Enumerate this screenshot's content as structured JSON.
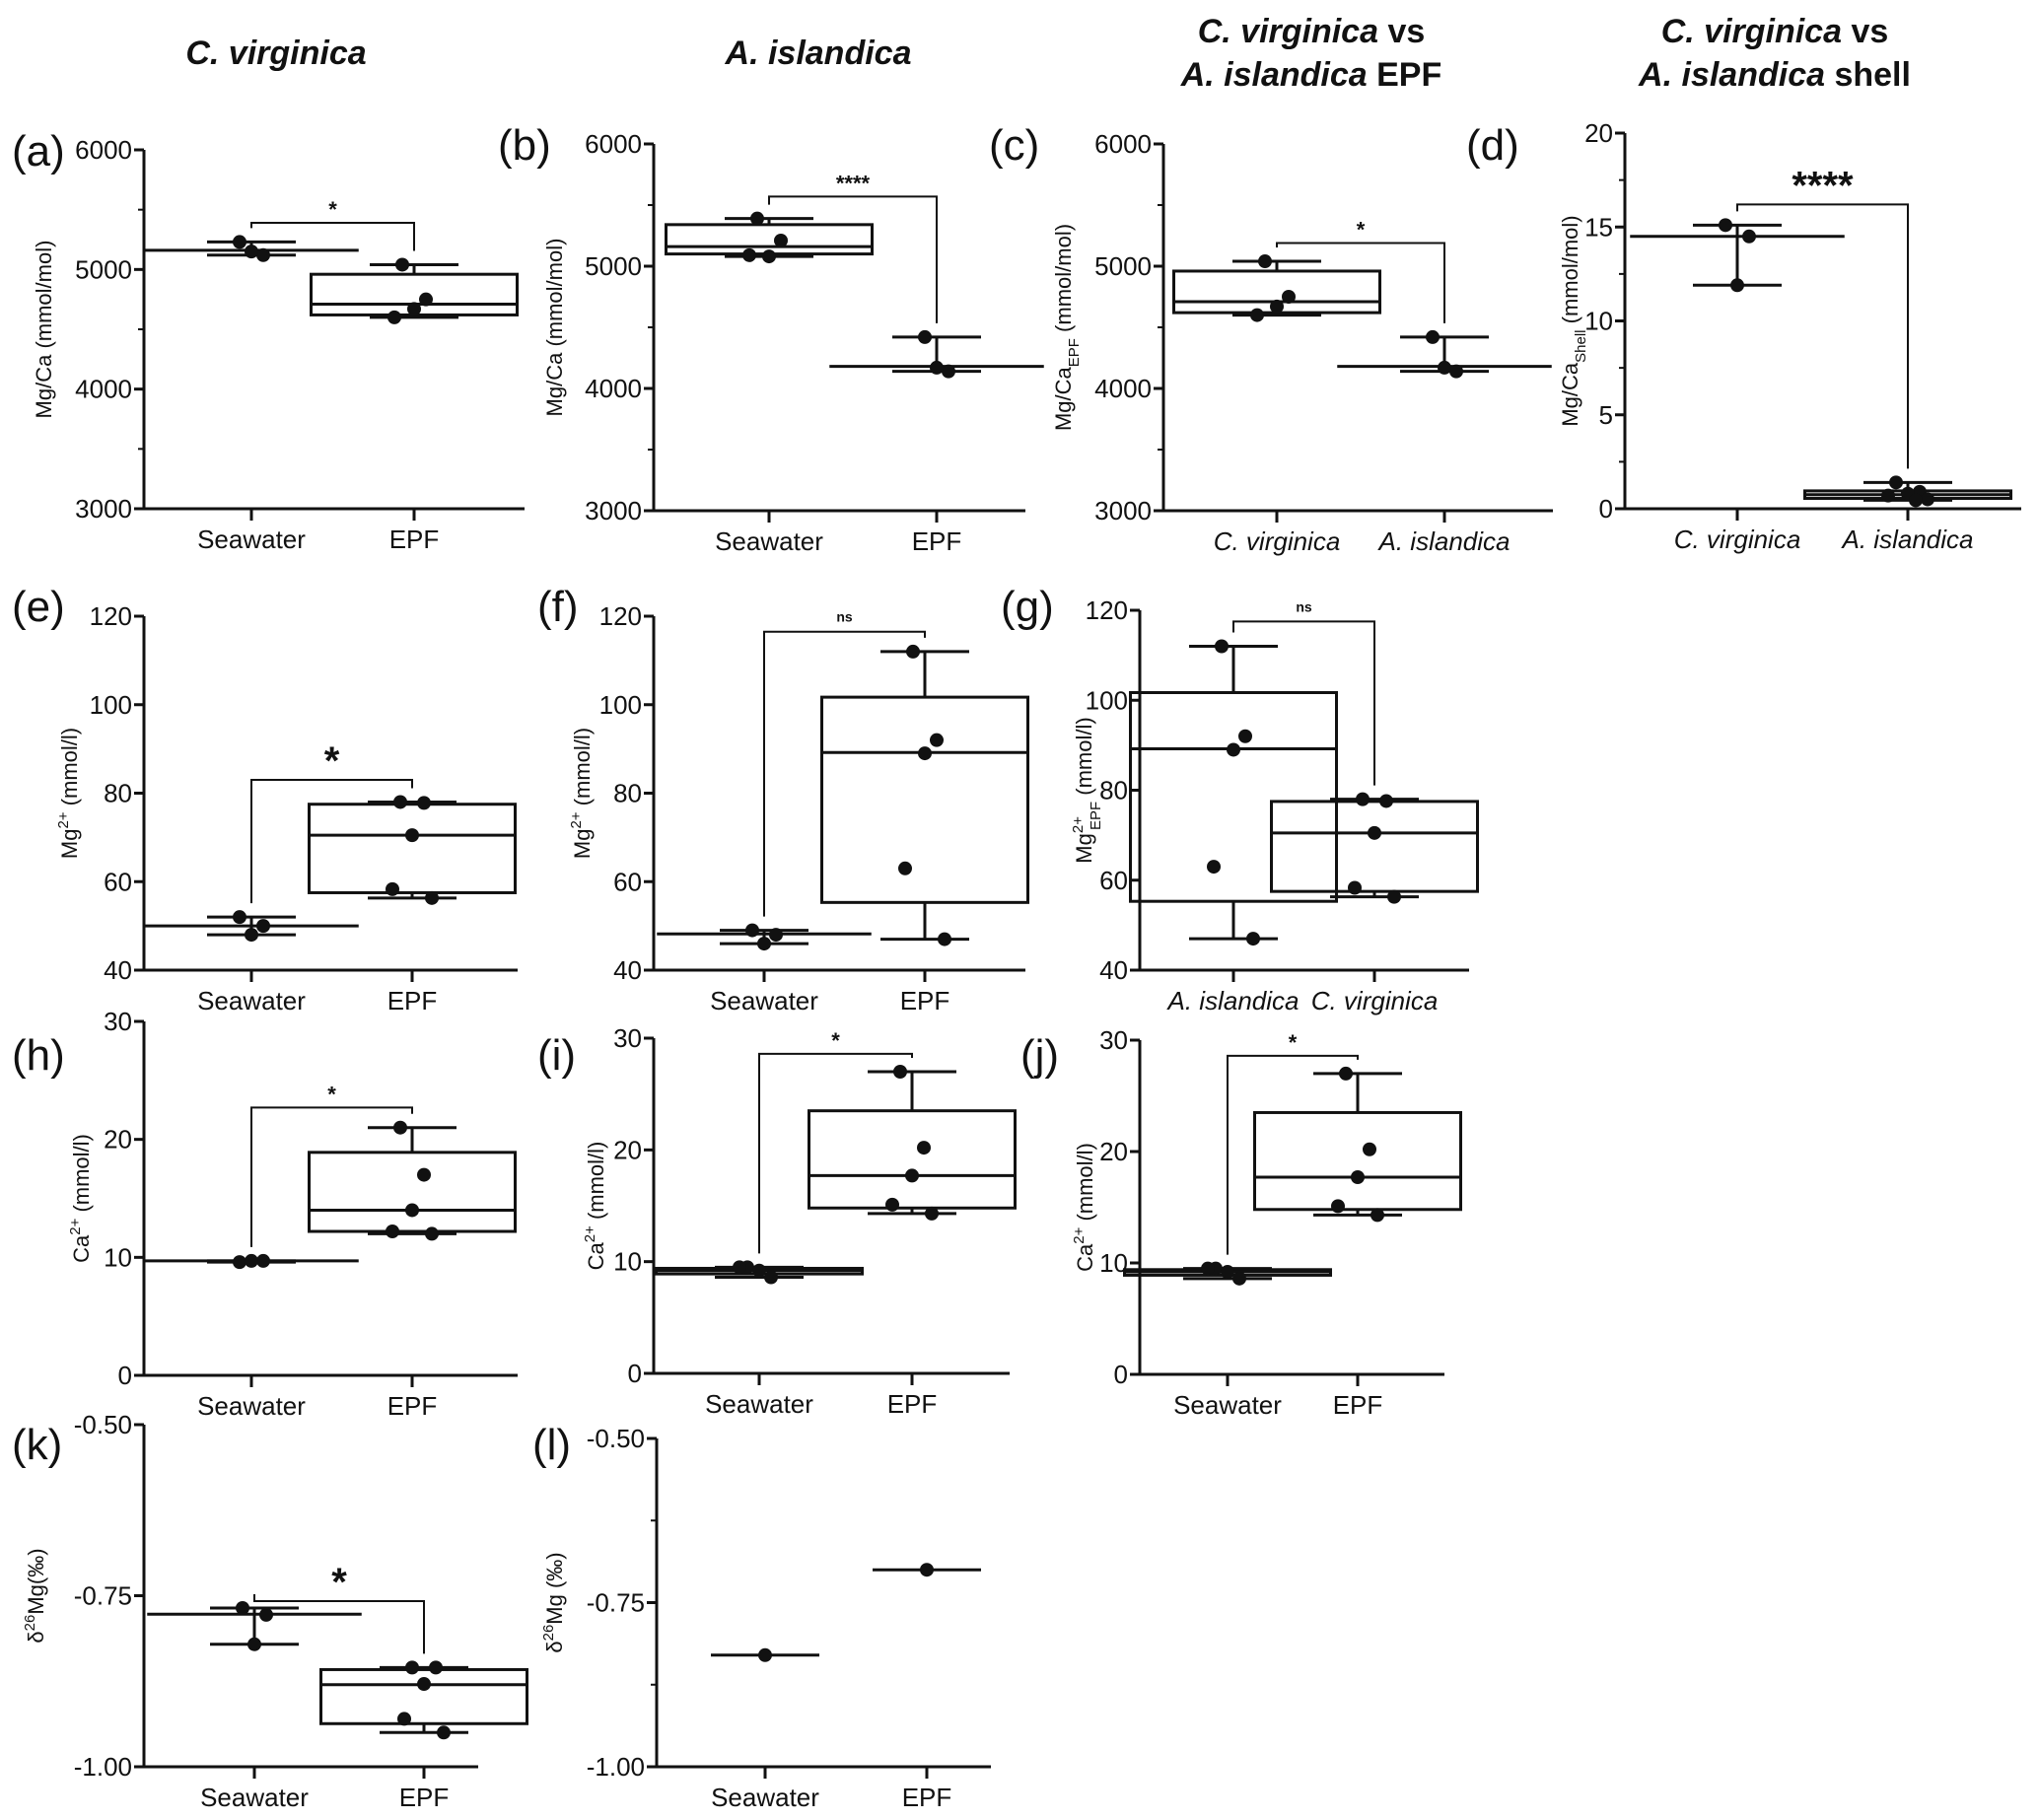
{
  "column_titles": [
    {
      "italic": "C. virginica",
      "plain": ""
    },
    {
      "italic": "A. islandica",
      "plain": ""
    },
    {
      "line1_italic": "C. virginica",
      "line1_plain": " vs",
      "line2_italic": "A. islandica",
      "line2_plain": " EPF"
    },
    {
      "line1_italic": "C. virginica",
      "line1_plain": " vs",
      "line2_italic": "A. islandica",
      "line2_plain": " shell"
    }
  ],
  "chart_data": [
    {
      "id": "a",
      "label": "(a)",
      "type": "box",
      "ylabel": "Mg/Ca (mmol/mol)",
      "ylim": [
        3000,
        6000
      ],
      "yticks": [
        3000,
        4000,
        5000,
        6000
      ],
      "yticks_text": [
        "3000",
        "4000",
        "5000",
        "6000"
      ],
      "minor_ticks": [
        3500,
        4500,
        5500
      ],
      "categories": [
        "Seawater",
        "EPF"
      ],
      "italic_categories": false,
      "groups": [
        {
          "name": "Seawater",
          "points": [
            5230,
            5120,
            5150
          ],
          "min": 5120,
          "q1": 5130,
          "median": 5160,
          "q3": 5160,
          "max": 5230,
          "box": false
        },
        {
          "name": "EPF",
          "points": [
            5040,
            4750,
            4670,
            4600
          ],
          "min": 4600,
          "q1": 4620,
          "median": 4710,
          "q3": 4960,
          "max": 5040,
          "box": true
        }
      ],
      "significance": {
        "label": "*",
        "from": 0,
        "to": 1,
        "y": 5390,
        "size": "small"
      }
    },
    {
      "id": "b",
      "label": "(b)",
      "type": "box",
      "ylabel": "Mg/Ca (mmol/mol)",
      "ylim": [
        3000,
        6000
      ],
      "yticks": [
        3000,
        4000,
        5000,
        6000
      ],
      "yticks_text": [
        "3000",
        "4000",
        "5000",
        "6000"
      ],
      "minor_ticks": [
        3500,
        4500,
        5500
      ],
      "categories": [
        "Seawater",
        "EPF"
      ],
      "italic_categories": false,
      "groups": [
        {
          "name": "Seawater",
          "points": [
            5390,
            5210,
            5080,
            5090
          ],
          "min": 5080,
          "q1": 5100,
          "median": 5160,
          "q3": 5340,
          "max": 5390,
          "box": true
        },
        {
          "name": "EPF",
          "points": [
            4420,
            4140,
            4170
          ],
          "min": 4140,
          "q1": 4150,
          "median": 4180,
          "q3": 4180,
          "max": 4420,
          "box": false
        }
      ],
      "significance": {
        "label": "****",
        "from": 0,
        "to": 1,
        "y": 5570,
        "size": "small"
      }
    },
    {
      "id": "c",
      "label": "(c)",
      "type": "box",
      "ylabel": "Mg/Ca",
      "ylabel_sub": "EPF",
      "ylabel_unit": " (mmol/mol)",
      "ylim": [
        3000,
        6000
      ],
      "yticks": [
        3000,
        4000,
        5000,
        6000
      ],
      "yticks_text": [
        "3000",
        "4000",
        "5000",
        "6000"
      ],
      "minor_ticks": [
        3500,
        4500,
        5500
      ],
      "categories": [
        "C. virginica",
        "A. islandica"
      ],
      "italic_categories": true,
      "groups": [
        {
          "name": "C. virginica",
          "points": [
            5040,
            4750,
            4670,
            4600
          ],
          "min": 4600,
          "q1": 4620,
          "median": 4710,
          "q3": 4960,
          "max": 5040,
          "box": true
        },
        {
          "name": "A. islandica",
          "points": [
            4420,
            4140,
            4170
          ],
          "min": 4140,
          "q1": 4150,
          "median": 4180,
          "q3": 4180,
          "max": 4420,
          "box": false
        }
      ],
      "significance": {
        "label": "*",
        "from": 0,
        "to": 1,
        "y": 5190,
        "size": "small"
      }
    },
    {
      "id": "d",
      "label": "(d)",
      "type": "box",
      "ylabel": "Mg/Ca",
      "ylabel_sub": "Shell",
      "ylabel_unit": " (mmol/mol)",
      "ylim": [
        0,
        20
      ],
      "yticks": [
        0,
        5,
        10,
        15,
        20
      ],
      "yticks_text": [
        "0",
        "5",
        "10",
        "15",
        "20"
      ],
      "minor_ticks": [
        2.5,
        7.5,
        12.5,
        17.5
      ],
      "categories": [
        "C. virginica",
        "A. islandica"
      ],
      "italic_categories": true,
      "groups": [
        {
          "name": "C. virginica",
          "points": [
            15.1,
            14.5,
            11.9
          ],
          "min": 11.9,
          "q1": 11.9,
          "median": 14.5,
          "q3": 14.5,
          "max": 15.1,
          "box": false
        },
        {
          "name": "A. islandica",
          "points": [
            1.4,
            0.9,
            0.8,
            0.7,
            0.5,
            0.45
          ],
          "min": 0.45,
          "q1": 0.55,
          "median": 0.75,
          "q3": 0.95,
          "max": 1.4,
          "box": true
        }
      ],
      "significance": {
        "label": "****",
        "from": 0,
        "to": 1,
        "y": 16.2,
        "size": "large"
      }
    },
    {
      "id": "e",
      "label": "(e)",
      "type": "box",
      "ylabel": "Mg",
      "ylabel_sup": "2+",
      "ylabel_unit": " (mmol/l)",
      "ylim": [
        40,
        120
      ],
      "yticks": [
        40,
        60,
        80,
        100,
        120
      ],
      "yticks_text": [
        "40",
        "60",
        "80",
        "100",
        "120"
      ],
      "minor_ticks": [],
      "categories": [
        "Seawater",
        "EPF"
      ],
      "italic_categories": false,
      "groups": [
        {
          "name": "Seawater",
          "points": [
            52,
            50,
            48
          ],
          "min": 48,
          "q1": 48,
          "median": 50,
          "q3": 50,
          "max": 52,
          "box": false
        },
        {
          "name": "EPF",
          "points": [
            78,
            77.8,
            70.5,
            58.3,
            56.3
          ],
          "min": 56.3,
          "q1": 57.5,
          "median": 70.5,
          "q3": 77.5,
          "max": 78,
          "box": true
        }
      ],
      "significance": {
        "label": "*",
        "from": 0,
        "to": 1,
        "y": 83,
        "size": "large"
      }
    },
    {
      "id": "f",
      "label": "(f)",
      "type": "box",
      "ylabel": "Mg",
      "ylabel_sup": "2+",
      "ylabel_unit": " (mmol/l)",
      "ylim": [
        40,
        120
      ],
      "yticks": [
        40,
        60,
        80,
        100,
        120
      ],
      "yticks_text": [
        "40",
        "60",
        "80",
        "100",
        "120"
      ],
      "minor_ticks": [],
      "categories": [
        "Seawater",
        "EPF"
      ],
      "italic_categories": false,
      "groups": [
        {
          "name": "Seawater",
          "points": [
            49,
            48,
            46
          ],
          "min": 46,
          "q1": 46,
          "median": 48.2,
          "q3": 48.2,
          "max": 49,
          "box": false
        },
        {
          "name": "EPF",
          "points": [
            112,
            92,
            89,
            63,
            47
          ],
          "min": 47,
          "q1": 55.3,
          "median": 89.2,
          "q3": 101.7,
          "max": 112,
          "box": true
        }
      ],
      "significance": {
        "label": "ns",
        "from": 0,
        "to": 1,
        "y": 116.5,
        "size": "tiny"
      }
    },
    {
      "id": "g",
      "label": "(g)",
      "type": "box",
      "ylabel": "Mg",
      "ylabel_sup": "2+",
      "ylabel_sub": "EPF",
      "ylabel_unit": " (mmol/l)",
      "ylim": [
        40,
        120
      ],
      "yticks": [
        40,
        60,
        80,
        100,
        120
      ],
      "yticks_text": [
        "40",
        "60",
        "80",
        "100",
        "120"
      ],
      "minor_ticks": [],
      "categories": [
        "A. islandica",
        "C. virginica"
      ],
      "italic_categories": true,
      "groups": [
        {
          "name": "A. islandica",
          "points": [
            112,
            92,
            89,
            63,
            47
          ],
          "min": 47,
          "q1": 55.3,
          "median": 89.2,
          "q3": 101.7,
          "max": 112,
          "box": true
        },
        {
          "name": "C. virginica",
          "points": [
            78,
            77.6,
            70.5,
            58.3,
            56.3
          ],
          "min": 56.3,
          "q1": 57.5,
          "median": 70.5,
          "q3": 77.5,
          "max": 78,
          "box": true
        }
      ],
      "significance": {
        "label": "ns",
        "from": 0,
        "to": 1,
        "y": 117.5,
        "size": "tiny"
      }
    },
    {
      "id": "h",
      "label": "(h)",
      "type": "box",
      "ylabel": "Ca",
      "ylabel_sup": "2+",
      "ylabel_unit": " (mmol/l)",
      "ylim": [
        0,
        30
      ],
      "yticks": [
        0,
        10,
        20,
        30
      ],
      "yticks_text": [
        "0",
        "10",
        "20",
        "30"
      ],
      "minor_ticks": [],
      "categories": [
        "Seawater",
        "EPF"
      ],
      "italic_categories": false,
      "groups": [
        {
          "name": "Seawater",
          "points": [
            9.6,
            9.7,
            9.7
          ],
          "min": 9.6,
          "q1": 9.7,
          "median": 9.7,
          "q3": 9.7,
          "max": 9.7,
          "box": false
        },
        {
          "name": "EPF",
          "points": [
            21,
            17,
            14,
            12.2,
            12
          ],
          "min": 12,
          "q1": 12.2,
          "median": 14,
          "q3": 18.9,
          "max": 21,
          "box": true
        }
      ],
      "significance": {
        "label": "*",
        "from": 0,
        "to": 1,
        "y": 22.7,
        "size": "small"
      }
    },
    {
      "id": "i",
      "label": "(i)",
      "type": "box",
      "ylabel": "Ca",
      "ylabel_sup": "2+",
      "ylabel_unit": " (mmol/l)",
      "ylim": [
        0,
        30
      ],
      "yticks": [
        0,
        10,
        20,
        30
      ],
      "yticks_text": [
        "0",
        "10",
        "20",
        "30"
      ],
      "minor_ticks": [],
      "categories": [
        "Seawater",
        "EPF"
      ],
      "italic_categories": false,
      "groups": [
        {
          "name": "Seawater",
          "points": [
            9.5,
            8.6,
            9.2,
            9.5
          ],
          "min": 8.6,
          "q1": 8.9,
          "median": 9.2,
          "q3": 9.4,
          "max": 9.5,
          "box": true
        },
        {
          "name": "EPF",
          "points": [
            27,
            20.2,
            17.7,
            15.1,
            14.3
          ],
          "min": 14.3,
          "q1": 14.8,
          "median": 17.7,
          "q3": 23.5,
          "max": 27,
          "box": true
        }
      ],
      "significance": {
        "label": "*",
        "from": 0,
        "to": 1,
        "y": 28.6,
        "size": "small"
      }
    },
    {
      "id": "j",
      "label": "(j)",
      "type": "box",
      "ylabel": "Ca",
      "ylabel_sup": "2+",
      "ylabel_unit": " (mmol/l)",
      "ylim": [
        0,
        30
      ],
      "yticks": [
        0,
        10,
        20,
        30
      ],
      "yticks_text": [
        "0",
        "10",
        "20",
        "30"
      ],
      "minor_ticks": [],
      "categories": [
        "Seawater",
        "EPF"
      ],
      "italic_categories": false,
      "groups": [
        {
          "name": "Seawater",
          "points": [
            9.5,
            8.6,
            9.2,
            9.5
          ],
          "min": 8.6,
          "q1": 8.9,
          "median": 9.2,
          "q3": 9.4,
          "max": 9.5,
          "box": true
        },
        {
          "name": "EPF",
          "points": [
            27,
            20.2,
            17.7,
            15.1,
            14.3
          ],
          "min": 14.3,
          "q1": 14.8,
          "median": 17.7,
          "q3": 23.5,
          "max": 27,
          "box": true
        }
      ],
      "significance": {
        "label": "*",
        "from": 0,
        "to": 1,
        "y": 28.6,
        "size": "small"
      }
    },
    {
      "id": "k",
      "label": "(k)",
      "type": "box",
      "ylabel": "δ",
      "ylabel_sup": "26",
      "ylabel_unit": "Mg(‰)",
      "ylim": [
        -1.0,
        -0.5
      ],
      "yticks": [
        -1.0,
        -0.75,
        -0.5
      ],
      "yticks_text": [
        "-1.00",
        "-0.75",
        "-0.50"
      ],
      "minor_ticks": [],
      "categories": [
        "Seawater",
        "EPF"
      ],
      "italic_categories": false,
      "groups": [
        {
          "name": "Seawater",
          "points": [
            -0.768,
            -0.778,
            -0.821
          ],
          "min": -0.821,
          "q1": -0.821,
          "median": -0.777,
          "q3": -0.772,
          "max": -0.768,
          "box": false
        },
        {
          "name": "EPF",
          "points": [
            -0.855,
            -0.855,
            -0.879,
            -0.93,
            -0.95
          ],
          "min": -0.95,
          "q1": -0.937,
          "median": -0.88,
          "q3": -0.858,
          "max": -0.855,
          "box": true
        }
      ],
      "significance": {
        "label": "*",
        "from": 0,
        "to": 1,
        "y": -0.758,
        "size": "large"
      }
    },
    {
      "id": "l",
      "label": "(l)",
      "type": "scatter",
      "ylabel": "δ",
      "ylabel_sup": "26",
      "ylabel_unit": "Mg (‰)",
      "ylim": [
        -1.0,
        -0.5
      ],
      "yticks": [
        -1.0,
        -0.75,
        -0.5
      ],
      "yticks_text": [
        "-1.00",
        "-0.75",
        "-0.50"
      ],
      "minor_ticks": [
        -0.875,
        -0.625
      ],
      "categories": [
        "Seawater",
        "EPF"
      ],
      "italic_categories": false,
      "groups": [
        {
          "name": "Seawater",
          "points": [
            -0.83
          ],
          "median": -0.83,
          "box": false,
          "single": true
        },
        {
          "name": "EPF",
          "points": [
            -0.7
          ],
          "median": -0.7,
          "box": false,
          "single": true
        }
      ],
      "significance": null
    }
  ]
}
